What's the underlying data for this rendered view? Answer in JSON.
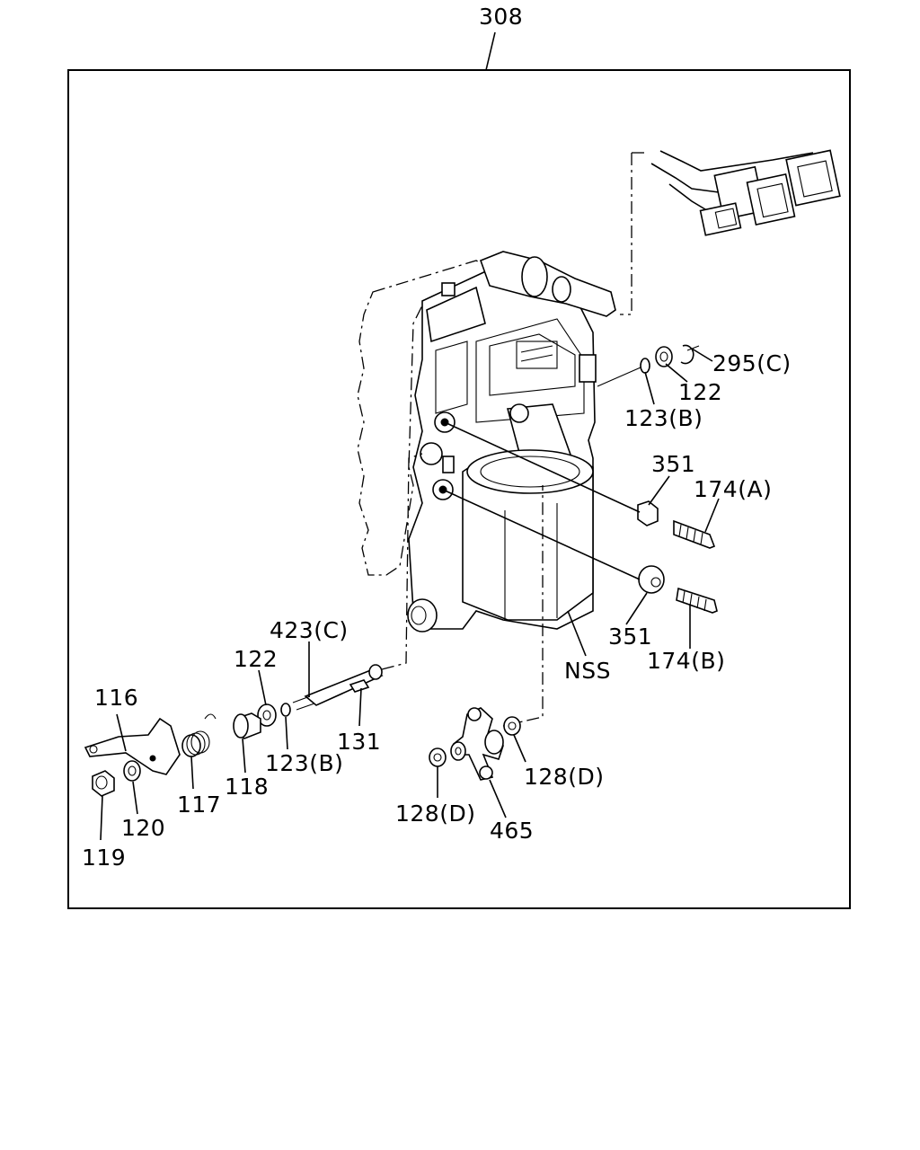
{
  "diagram": {
    "assembly_number": "308",
    "labels": {
      "l_295c": "295(C)",
      "l_122a": "122",
      "l_123b_a": "123(B)",
      "l_351a": "351",
      "l_174a": "174(A)",
      "l_351b": "351",
      "l_174b": "174(B)",
      "l_nss": "NSS",
      "l_423c": "423(C)",
      "l_122b": "122",
      "l_116": "116",
      "l_131": "131",
      "l_123b_b": "123(B)",
      "l_118": "118",
      "l_117": "117",
      "l_120": "120",
      "l_119": "119",
      "l_128d_a": "128(D)",
      "l_128d_b": "128(D)",
      "l_465": "465"
    }
  }
}
